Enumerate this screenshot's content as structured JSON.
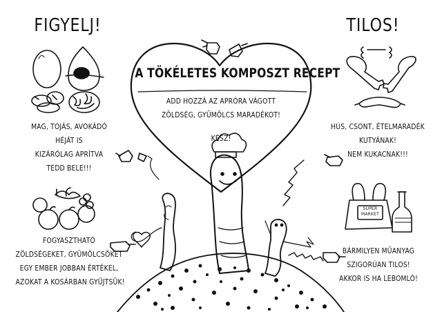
{
  "left": {
    "heading": "FIGYELJ!",
    "block1": [
      "MAG, TOJÁS, AVOKÁDÓ",
      "HÉJÁT IS",
      "KIZÁRÓLAG APRÍTVA",
      "TEDD BELE!!!"
    ],
    "block2": [
      "FOGYASZTHATÓ",
      "ZÖLDSÉGEKET, GYÜMÖLCSÖKET",
      "EGY EMBER JOBBAN ÉRTÉKEL,",
      "AZOKAT A KOSÁRBAN GYŰJTSÜK!"
    ]
  },
  "right": {
    "heading": "TILOS!",
    "block1": [
      "HÚS, CSONT, ÉTELMARADÉK",
      "KUTYÁNAK!",
      "NEM KUKACNAK!!!"
    ],
    "block2": [
      "BÁRMILYEN MŰANYAG",
      "SZIGORÚAN TILOS!",
      "AKKOR IS HA LEBOMLÓ!"
    ],
    "bag_label": [
      "SUPER",
      "MARKET"
    ]
  },
  "center": {
    "title": "A TÖKÉLETES KOMPOSZT RECEPT",
    "instructions": [
      "ADD HOZZÁ AZ APRÓRA VÁGOTT",
      "ZÖLDSÉG, GYÜMÖLCS MARADÉKOT!"
    ],
    "done": "KÉSZ!"
  },
  "icons": [
    "egg-icon",
    "avocado-icon",
    "seeds-icon",
    "walnut-icon",
    "fruit-bowl-icon",
    "chicken-leg-icon",
    "bone-icon",
    "sausage-icon",
    "plastic-bag-icon",
    "bottle-icon",
    "worm-icon",
    "chef-hat-icon",
    "pointing-hand-icon",
    "heart-icon",
    "compost-pile-icon"
  ]
}
